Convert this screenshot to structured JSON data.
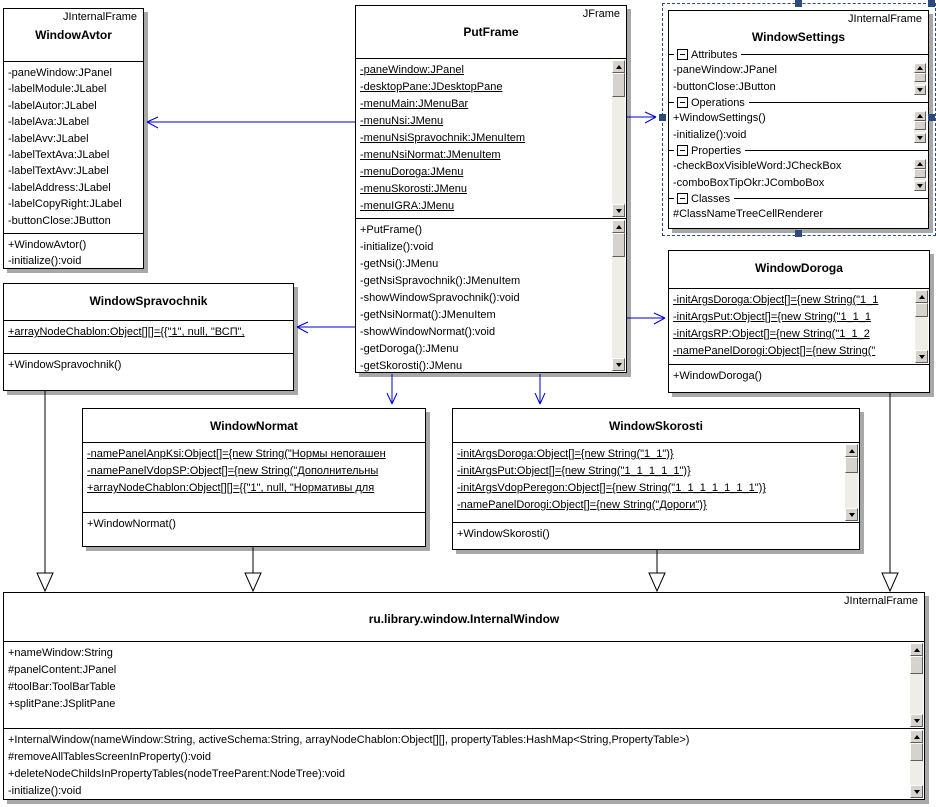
{
  "colors": {
    "connector_blue": "#0000d8",
    "selection_navy": "#2c4a7c",
    "shadow_gray": "#a8a8a8",
    "box_border": "#000000",
    "scrollbar_face": "#d6d3ce"
  },
  "classes": {
    "windowAvtor": {
      "stereotype": "JInternalFrame",
      "name": "WindowAvtor",
      "attributes": [
        "-paneWindow:JPanel",
        "-labelModule:JLabel",
        "-labelAutor:JLabel",
        "-labelAva:JLabel",
        "-labelAvv:JLabel",
        "-labelTextAva:JLabel",
        "-labelTextAvv:JLabel",
        "-labelAddress:JLabel",
        "-labelCopyRight:JLabel",
        "-buttonClose:JButton"
      ],
      "operations": [
        "+WindowAvtor()",
        "-initialize():void"
      ]
    },
    "putFrame": {
      "stereotype": "JFrame",
      "name": "PutFrame",
      "attributes": [
        "-paneWindow:JPanel",
        "-desktopPane:JDesktopPane",
        "-menuMain:JMenuBar",
        "-menuNsi:JMenu",
        "-menuNsiSpravochnik:JMenuItem",
        "-menuNsiNormat:JMenuItem",
        "-menuDoroga:JMenu",
        "-menuSkorosti:JMenu",
        "-menuIGRA:JMenu"
      ],
      "operations": [
        "+PutFrame()",
        "-initialize():void",
        "-getNsi():JMenu",
        "-getNsiSpravochnik():JMenuItem",
        "-showWindowSpravochnik():void",
        "-getNsiNormat():JMenuItem",
        "-showWindowNormat():void",
        "-getDoroga():JMenu",
        "-getSkorosti():JMenu"
      ]
    },
    "windowSettings": {
      "stereotype": "JInternalFrame",
      "name": "WindowSettings",
      "sections": [
        {
          "label": "Attributes",
          "items": [
            "-paneWindow:JPanel",
            "-buttonClose:JButton"
          ]
        },
        {
          "label": "Operations",
          "items": [
            "+WindowSettings()",
            "-initialize():void"
          ]
        },
        {
          "label": "Properties",
          "items": [
            "-checkBoxVisibleWord:JCheckBox",
            "-comboBoxTipOkr:JComboBox"
          ]
        },
        {
          "label": "Classes",
          "items": [
            "#ClassNameTreeCellRenderer"
          ]
        }
      ]
    },
    "windowSpravochnik": {
      "name": "WindowSpravochnik",
      "attributes": [
        "+arrayNodeChablon:Object[][]={{\"1\", null, \"ВСП\","
      ],
      "operations": [
        "+WindowSpravochnik()"
      ]
    },
    "windowDoroga": {
      "name": "WindowDoroga",
      "attributes": [
        "-initArgsDoroga:Object[]={new String(\"1_1",
        "-initArgsPut:Object[]={new String(\"1_1_1",
        "-initArgsRP:Object[]={new String(\"1_1_2",
        "-namePanelDorogi:Object[]={new String(\""
      ],
      "operations": [
        "+WindowDoroga()"
      ]
    },
    "windowNormat": {
      "name": "WindowNormat",
      "attributes": [
        "-namePanelAnpKsi:Object[]={new String(\"Нормы непогашен",
        "-namePanelVdopSP:Object[]={new String(\"Дополнительны",
        "+arrayNodeChablon:Object[][]={{\"1\", null, \"Нормативы для"
      ],
      "operations": [
        "+WindowNormat()"
      ]
    },
    "windowSkorosti": {
      "name": "WindowSkorosti",
      "attributes": [
        "-initArgsDoroga:Object[]={new String(\"1_1\")}",
        "-initArgsPut:Object[]={new String(\"1_1_1_1_1\")}",
        "-initArgsVdopPeregon:Object[]={new String(\"1_1_1_1_1_1_1\")}",
        "-namePanelDorogi:Object[]={new String(\"Дороги\")}"
      ],
      "operations": [
        "+WindowSkorosti()"
      ]
    },
    "internalWindow": {
      "stereotype": "JInternalFrame",
      "name": "ru.library.window.InternalWindow",
      "attributes": [
        "+nameWindow:String",
        "#panelContent:JPanel",
        "#toolBar:ToolBarTable",
        "+splitPane:JSplitPane"
      ],
      "operations": [
        "+InternalWindow(nameWindow:String, activeSchema:String, arrayNodeChablon:Object[][], propertyTables:HashMap<String,PropertyTable>)",
        "#removeAllTablesScreenInProperty():void",
        "+deleteNodeChildsInPropertyTables(nodeTreeParent:NodeTree):void",
        "-initialize():void"
      ]
    }
  }
}
